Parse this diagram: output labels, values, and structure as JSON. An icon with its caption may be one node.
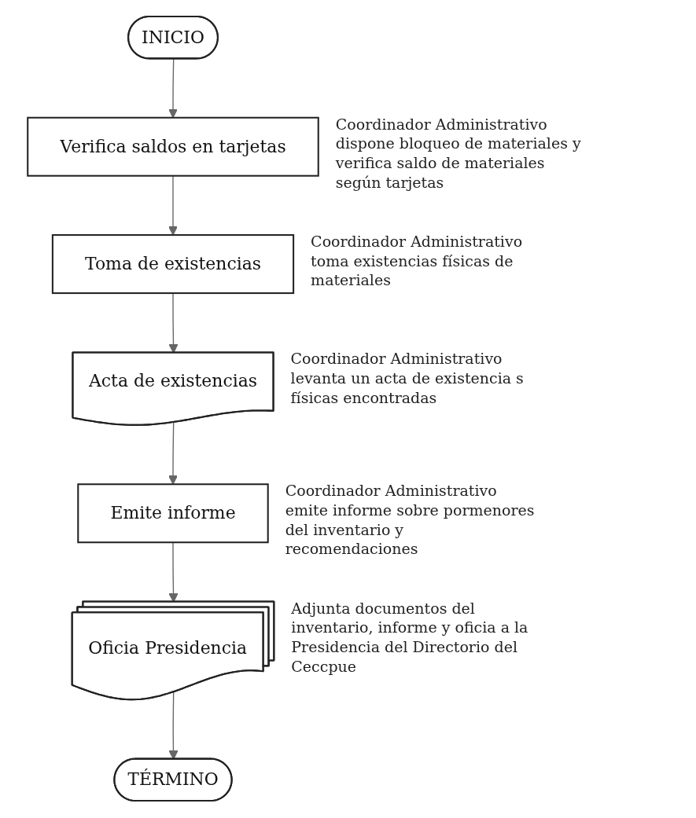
{
  "diagram": {
    "nodes": [
      {
        "text": [
          "INICIO"
        ]
      },
      {
        "text": [
          "Verifica saldos en tarjetas"
        ],
        "beside": [
          "Coordinador Administrativo dispone bloqueo de materiales y verifica saldo de materiales según tarjetas"
        ]
      },
      {
        "text": [
          "Toma de existencias"
        ],
        "beside": [
          "Coordinador Administrativo toma existencias físicas de materiales"
        ]
      },
      {
        "text": [
          "Acta de existencias"
        ],
        "beside": [
          "Coordinador Administrativo levanta un acta de existencia s físicas encontradas"
        ]
      },
      {
        "text": [
          "Emite informe"
        ],
        "beside": [
          "Coordinador Administrativo emite informe sobre pormenores del inventario y recomendaciones"
        ]
      },
      {
        "text": [
          "Oficia Presidencia"
        ],
        "beside": [
          "Adjunta documentos del inventario, informe y oficia a la Presidencia del Directorio del Ceccpue"
        ]
      },
      {
        "text": [
          "TÉRMINO"
        ]
      }
    ],
    "edges": [
      {
        "from": 0,
        "to": 1,
        "arrow": "to"
      },
      {
        "from": 1,
        "to": 2,
        "arrow": "to"
      },
      {
        "from": 2,
        "to": 3,
        "arrow": "to"
      },
      {
        "from": 3,
        "to": 4,
        "arrow": "to"
      },
      {
        "from": 4,
        "to": 5,
        "arrow": "to"
      },
      {
        "from": 5,
        "to": 6,
        "arrow": "to"
      }
    ]
  }
}
